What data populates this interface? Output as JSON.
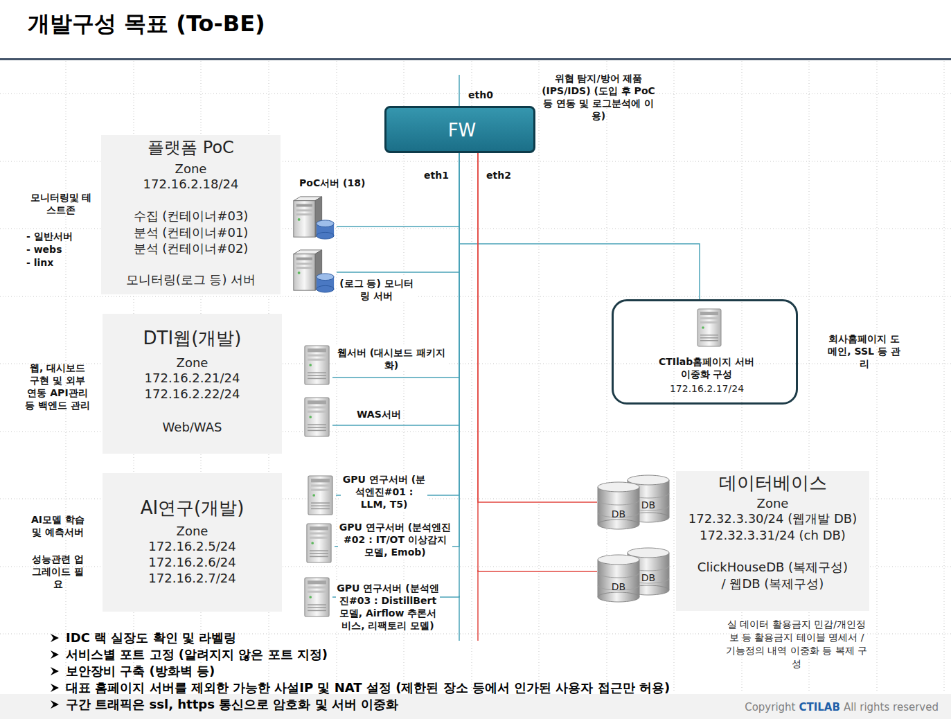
{
  "diagram": {
    "title": "개발구성 목표 (To-BE)",
    "nodes": [
      {
        "text": [
          "FW"
        ]
      },
      {
        "text": [
          "플랫폼 PoC",
          "Zone",
          "172.16.2.18/24",
          "수집 (컨테이너#03)",
          "분석 (컨테이너#01)",
          "분석 (컨테이너#02)",
          "모니터링(로그 등) 서버"
        ]
      },
      {
        "text": [
          "PoC서버 (18)"
        ]
      },
      {
        "text": [
          "(로그 등) 모니터링 서버"
        ]
      },
      {
        "text": [
          "CTIlab홈페이지 서버 이중화 구성",
          "172.16.2.17/24"
        ]
      },
      {
        "text": [
          "DTI웹(개발)",
          "Zone",
          "172.16.2.21/24",
          "172.16.2.22/24",
          "Web/WAS"
        ]
      },
      {
        "text": [
          "웹서버 (대시보드 패키지화)"
        ]
      },
      {
        "text": [
          "WAS서버"
        ]
      },
      {
        "text": [
          "AI연구(개발)",
          "Zone",
          "172.16.2.5/24",
          "172.16.2.6/24",
          "172.16.2.7/24"
        ]
      },
      {
        "text": [
          "GPU  연구서버 (분석엔진#01 : LLM, T5)"
        ]
      },
      {
        "text": [
          "데이터베이스",
          "Zone",
          "172.32.3.30/24 (웹개발 DB)",
          "172.32.3.31/24 (ch DB)",
          "ClickHouseDB (복제구성)",
          "/  웹DB (복제구성)"
        ]
      },
      {
        "text": [
          "DB",
          "DB"
        ]
      },
      {
        "text": [
          "GPU  연구서버 (분석엔진#02 : IT/OT 이상감지 모델, Emob)"
        ]
      },
      {
        "text": [
          "DB",
          "DB"
        ]
      },
      {
        "text": [
          "GPU  연구서버 (분석엔진#03 : DistillBert모델, Airflow 추론서비스, 리팩토리 모델)"
        ]
      }
    ],
    "edges": [
      {
        "from": 0,
        "to": 2,
        "arrow": "none"
      },
      {
        "from": 0,
        "to": 3,
        "arrow": "none"
      },
      {
        "from": 0,
        "to": 4,
        "arrow": "none"
      },
      {
        "from": 0,
        "to": 6,
        "arrow": "none"
      },
      {
        "from": 0,
        "to": 7,
        "arrow": "none"
      },
      {
        "from": 0,
        "to": 9,
        "arrow": "none"
      },
      {
        "from": 0,
        "to": 12,
        "arrow": "none"
      },
      {
        "from": 0,
        "to": 14,
        "arrow": "none"
      },
      {
        "from": 0,
        "to": 11,
        "arrow": "none"
      },
      {
        "from": 0,
        "to": 13,
        "arrow": "none"
      }
    ],
    "labels": [
      "eth0",
      "위협 탐지/방어 제품(IPS/IDS) (도입 후 PoC 등 연동 및 로그분석에 이용)",
      "eth1",
      "eth2",
      "모니터링및 테스트존",
      "- 일반서버",
      "- webs",
      "- linx",
      "회사홈페이지 도메인, SSL 등 관리",
      "웹, 대시보드 구현 및 외부 연동 API관리 등 백엔드 관리",
      "AI모델 학습 및 예측서버",
      "성능관련 업그레이드 필요",
      "실 데이터 활용금지 민감/개인정보 등 활용금지 테이블 명세서 / 기능정의 내역 이중화 등 복제 구성",
      "IDC  랙 실장도 확인 및 라벨링",
      "서비스별 포트 고정 (알려지지 않은 포트 지정)",
      "보안장비 구축 (방화벽 등)",
      "대표 홈페이지 서버를 제외한 가능한 사설IP 및 NAT 설정 (제한된 장소 등에서 인가된 사용자 접근만 허용)",
      "구간 트래픽은 ssl, https 통신으로 암호화  및 서버 이중화",
      "Copyright",
      "CTILAB",
      "All rights reserved"
    ]
  }
}
